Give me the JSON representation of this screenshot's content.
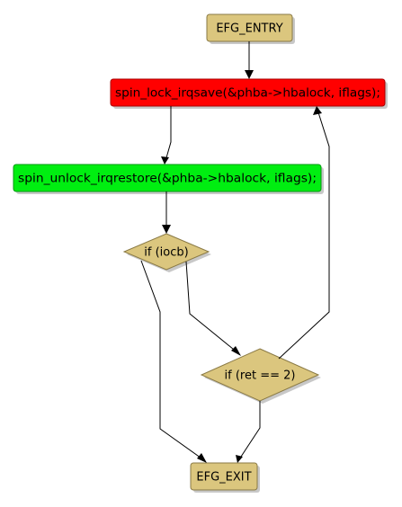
{
  "colors": {
    "terminal": "#dbc67e",
    "terminal_border": "#8a7a45",
    "lock": "#ff0000",
    "unlock": "#00ee11",
    "decision": "#dbc67e",
    "shadow": "#b0b0b0",
    "edge": "#000000"
  },
  "nodes": {
    "entry": {
      "label": "EFG_ENTRY"
    },
    "lock": {
      "label": "spin_lock_irqsave(&phba->hbalock, iflags);"
    },
    "unlock": {
      "label": "spin_unlock_irqrestore(&phba->hbalock, iflags);"
    },
    "if_iocb": {
      "label": "if (iocb)"
    },
    "if_ret": {
      "label": "if (ret == 2)"
    },
    "exit": {
      "label": "EFG_EXIT"
    }
  }
}
